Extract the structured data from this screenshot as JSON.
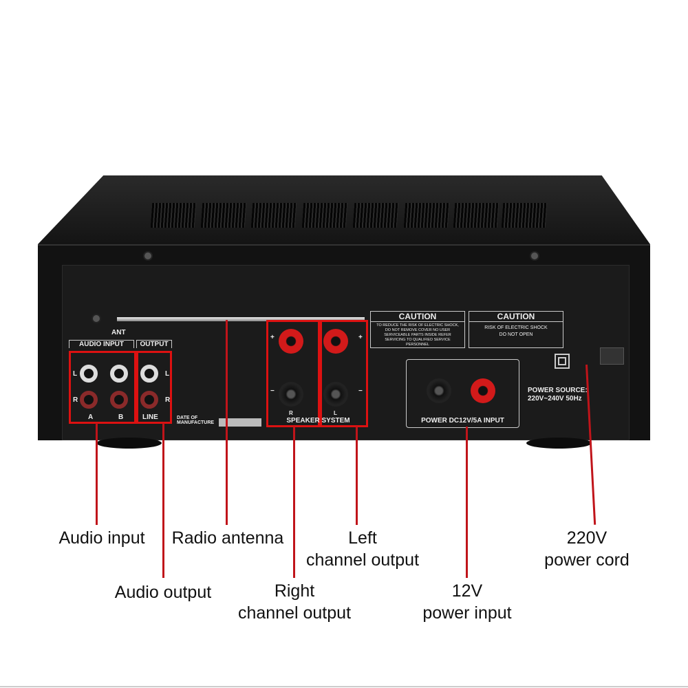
{
  "panel": {
    "ant": "ANT",
    "audio_input": "AUDIO INPUT",
    "output": "OUTPUT",
    "ch_l": "L",
    "ch_r": "R",
    "in_a": "A",
    "in_b": "B",
    "line": "LINE",
    "date_of_manufacture": "DATE OF MANUFACTURE",
    "speaker_system": "SPEAKER SYSTEM",
    "spk_r": "R",
    "spk_l": "L",
    "plus": "+",
    "minus": "−",
    "caution1_title": "CAUTION",
    "caution1_text": "TO REDUCE THE RISK OF ELECTRIC SHOCK, DO NOT REMOVE COVER NO USER SERVICEABLE PARTS INSIDE REFER SERVICING TO QUALIFIED SERVICE PERSONNEL",
    "caution2_title": "CAUTION",
    "caution2_text1": "RISK OF ELECTRIC SHOCK",
    "caution2_text2": "DO NOT OPEN",
    "power_dc": "POWER DC12V/5A INPUT",
    "power_source1": "POWER SOURCE:",
    "power_source2": "220V~240V 50Hz"
  },
  "callouts": {
    "audio_input": "Audio input",
    "radio_antenna": "Radio antenna",
    "left_1": "Left",
    "left_2": "channel output",
    "power_cord_1": "220V",
    "power_cord_2": "power cord",
    "audio_output": "Audio output",
    "right_1": "Right",
    "right_2": "channel output",
    "power_input_1": "12V",
    "power_input_2": "power input"
  },
  "colors": {
    "callout_line": "#c0141a",
    "chassis": "#141414"
  }
}
